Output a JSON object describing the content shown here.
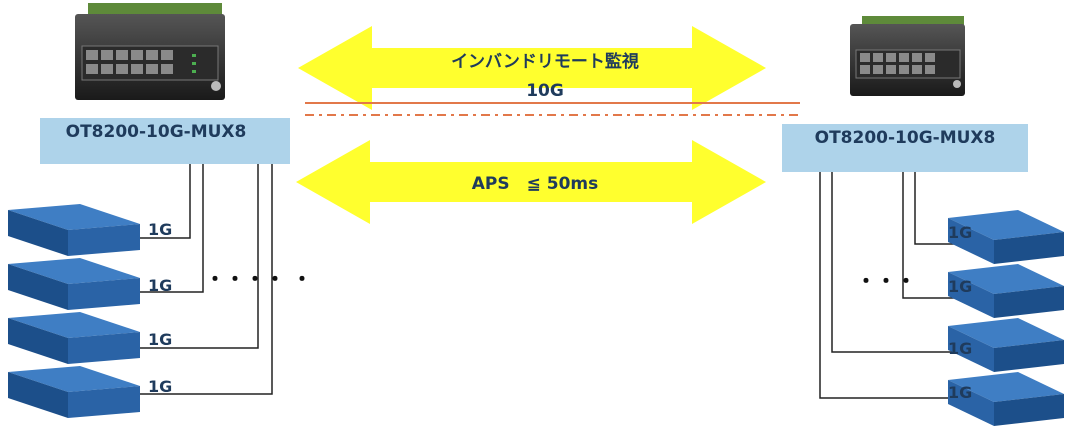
{
  "arrow_top": {
    "label_primary": "インバンドリモート監視",
    "label_secondary": "10G"
  },
  "arrow_aps": {
    "label": "APS　≦ 50ms"
  },
  "left_device": {
    "label": "OT8200-10G-MUX8"
  },
  "right_device": {
    "label": "OT8200-10G-MUX8"
  },
  "left_links": [
    "1G",
    "1G",
    "1G",
    "1G"
  ],
  "right_links": [
    "1G",
    "1G",
    "1G",
    "1G"
  ],
  "left_ellipsis": "・・・・ ・",
  "right_ellipsis": "・・・",
  "colors": {
    "arrow_fill": "#ffff2e",
    "label_box": "#aed3ea",
    "switch_top": "#3f7ec4",
    "switch_side": "#1c4f8a",
    "fiber_solid": "#e2784a",
    "fiber_dash": "#e2784a",
    "text": "#1f3b5c"
  }
}
